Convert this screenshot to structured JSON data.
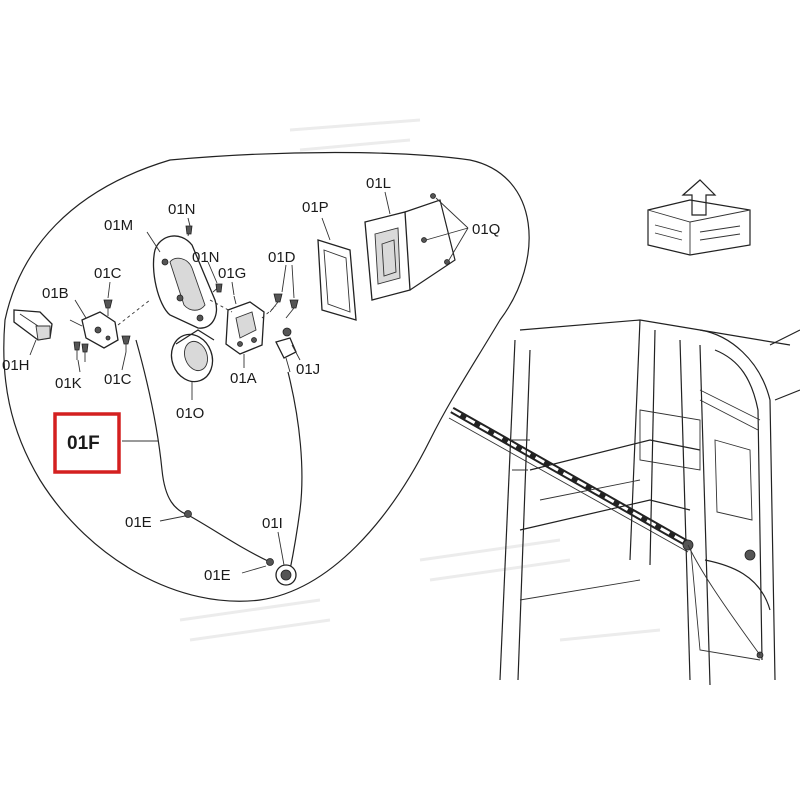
{
  "labels": {
    "n": "01N",
    "m": "01M",
    "n2": "01N",
    "g": "01G",
    "d": "01D",
    "p": "01P",
    "l": "01L",
    "q": "01Q",
    "c": "01C",
    "b": "01B",
    "h": "01H",
    "k": "01K",
    "c2": "01C",
    "o": "01O",
    "a": "01A",
    "j": "01J",
    "f": "01F",
    "e": "01E",
    "i": "01I",
    "e2": "01E"
  },
  "colors": {
    "highlight": "#d42020",
    "line": "#222222"
  }
}
